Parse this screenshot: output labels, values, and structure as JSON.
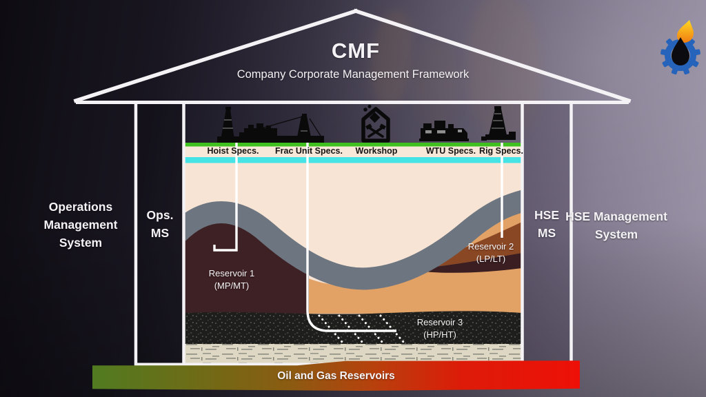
{
  "house": {
    "title": "CMF",
    "subtitle": "Company Corporate Management Framework"
  },
  "left_system": {
    "lines": [
      "Operations",
      "Management",
      "System"
    ]
  },
  "left_pillar": {
    "lines": [
      "Ops.",
      "MS"
    ]
  },
  "right_pillar": {
    "lines": [
      "HSE",
      "MS"
    ]
  },
  "right_system": {
    "lines": [
      "HSE Management",
      "System"
    ]
  },
  "facilities": {
    "items": [
      {
        "label": "Hoist Specs.",
        "icon": "hoist-derrick-icon"
      },
      {
        "label": "Frac Unit Specs.",
        "icon": "frac-unit-icon"
      },
      {
        "label": "Workshop",
        "icon": "workshop-icon"
      },
      {
        "label": "WTU Specs.",
        "icon": "wtu-truck-icon"
      },
      {
        "label": "Rig Specs.",
        "icon": "drilling-rig-icon"
      }
    ]
  },
  "reservoirs": {
    "r1": {
      "name": "Reservoir 1",
      "spec": "(MP/MT)"
    },
    "r2": {
      "name": "Reservoir 2",
      "spec": "(LP/LT)"
    },
    "r3": {
      "name": "Reservoir 3",
      "spec": "(HP/HT)"
    }
  },
  "banner": {
    "label": "Oil and Gas Reservoirs"
  },
  "logo": {
    "icon": "gear-flame-droplet-logo"
  },
  "colors": {
    "green_strip": "#3fc01f",
    "cyan_strip": "#46e3e6",
    "cream_layer": "#f7e4d4",
    "gray_band": "#6d7680",
    "orange_layer": "#e2a266",
    "rust_band": "#8a4724",
    "maroon_reservoir": "#3e2124",
    "black_reservoir": "#1e1e1c",
    "limestone": "#ded7c3",
    "banner_green": "#517b20",
    "banner_red": "#ee1007",
    "gear_blue": "#2564ba",
    "flame_yellow": "#ffd824",
    "flame_orange": "#f07c12"
  }
}
